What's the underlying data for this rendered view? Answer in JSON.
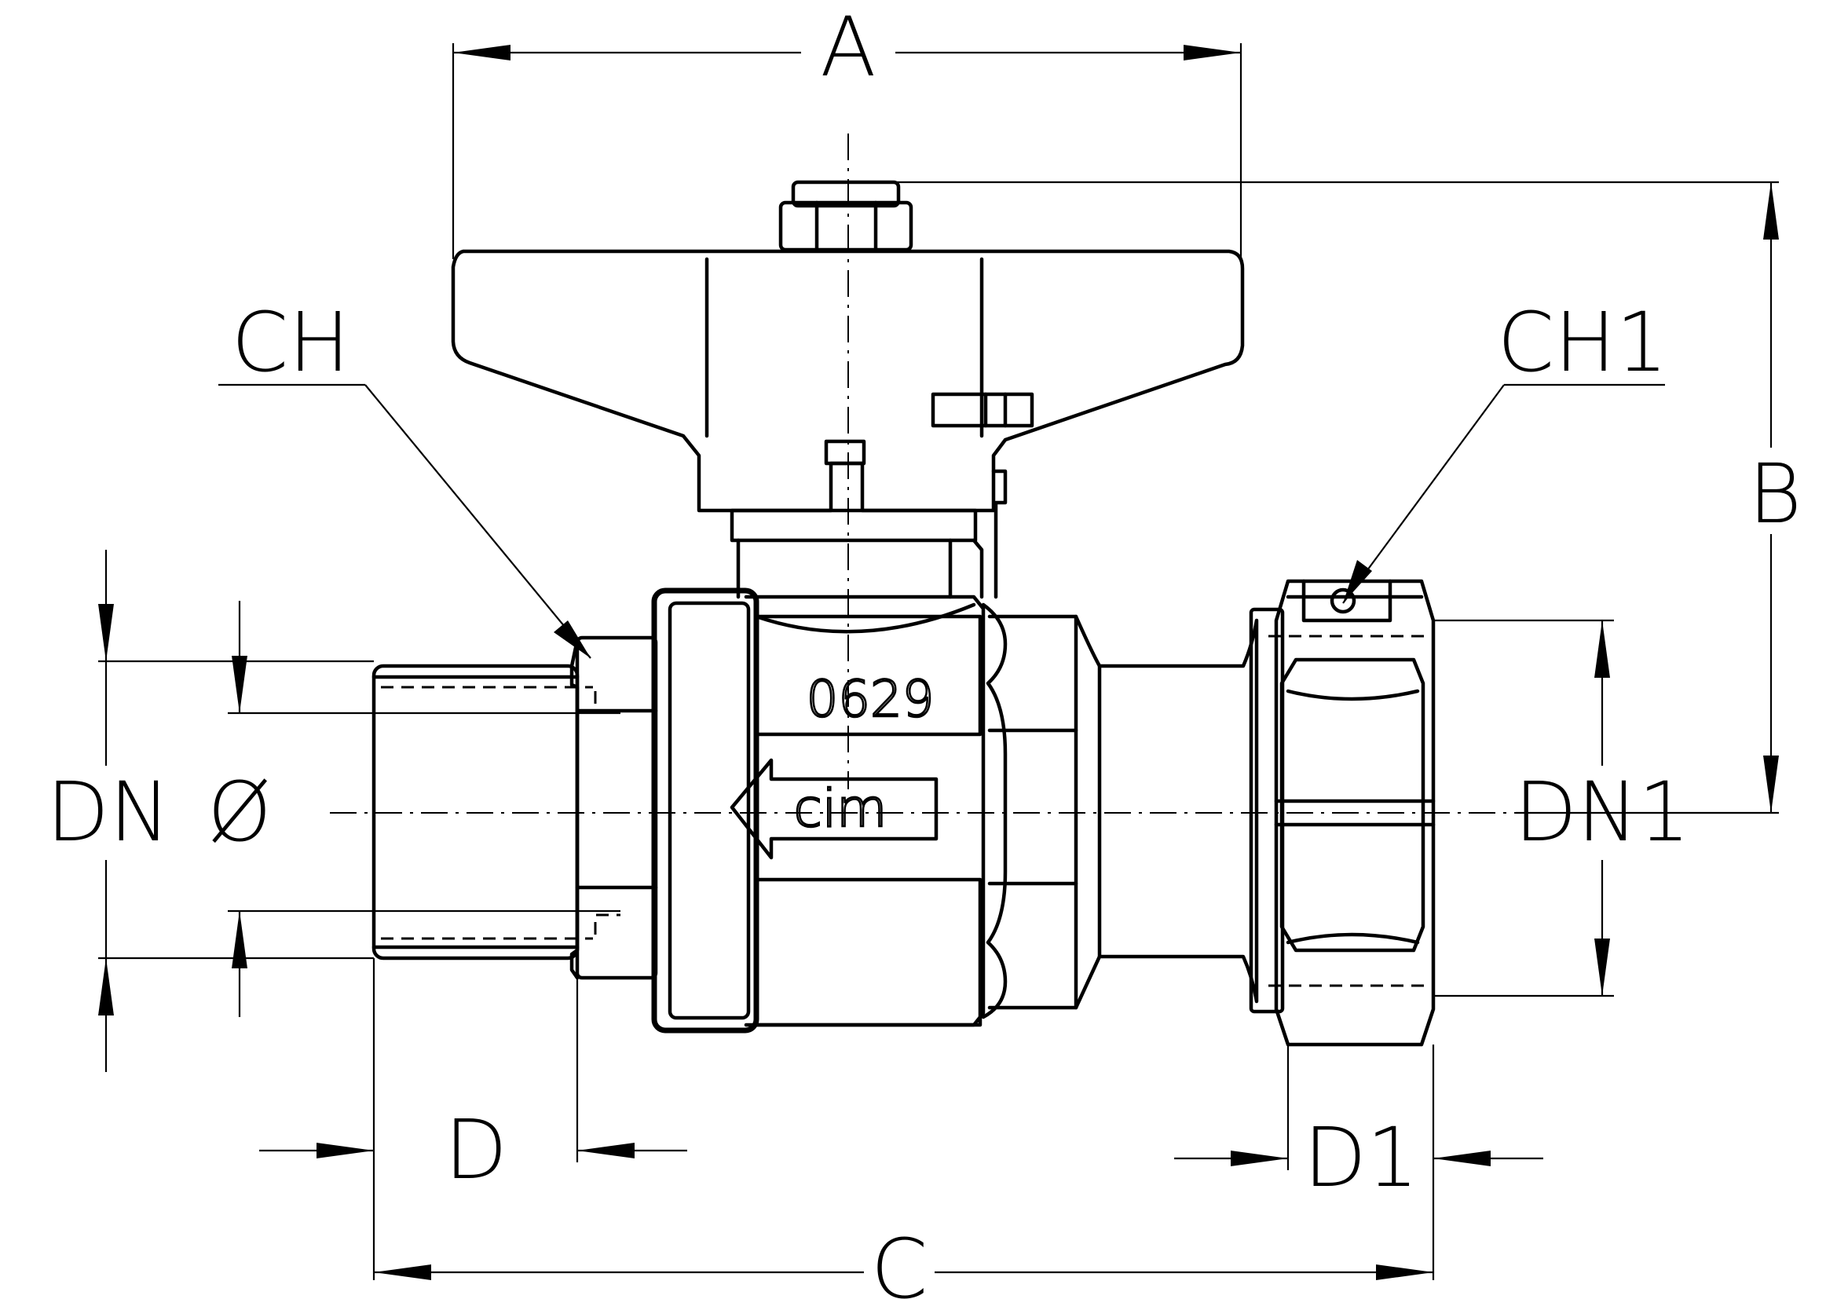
{
  "labels": {
    "A": "A",
    "B": "B",
    "C": "C",
    "D": "D",
    "D1": "D1",
    "CH": "CH",
    "CH1": "CH1",
    "DN": "DN",
    "DIA": "Ø",
    "DN1": "DN1"
  },
  "body_marks": {
    "model_number": "0629",
    "brand": "cim"
  }
}
